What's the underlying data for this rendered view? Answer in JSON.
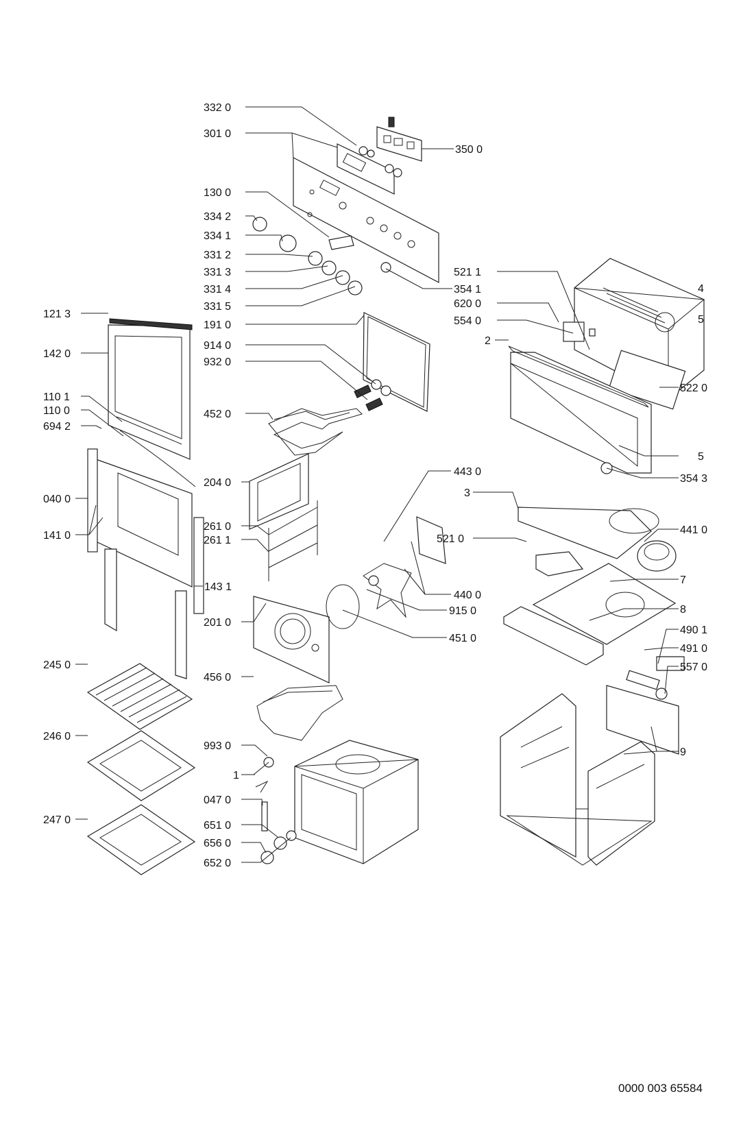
{
  "document_number": "0000 003 65584",
  "labels": {
    "l332_0": "332 0",
    "l301_0": "301 0",
    "l350_0": "350 0",
    "l130_0": "130 0",
    "l334_2": "334 2",
    "l334_1": "334 1",
    "l331_2": "331 2",
    "l331_3": "331 3",
    "l331_4": "331 4",
    "l331_5": "331 5",
    "l354_1": "354 1",
    "l521_1": "521 1",
    "l4": "4",
    "l620_0": "620 0",
    "l554_0": "554 0",
    "l5a": "5",
    "l2": "2",
    "l522_0": "522 0",
    "l5b": "5",
    "l354_3": "354 3",
    "l121_3": "121 3",
    "l191_0": "191 0",
    "l142_0": "142 0",
    "l914_0": "914 0",
    "l932_0": "932 0",
    "l110_1": "110 1",
    "l110_0": "110 0",
    "l694_2": "694 2",
    "l452_0": "452 0",
    "l443_0": "443 0",
    "l3": "3",
    "l040_0": "040 0",
    "l204_0": "204 0",
    "l141_0": "141 0",
    "l261_0": "261 0",
    "l261_1": "261 1",
    "l521_0": "521 0",
    "l441_0": "441 0",
    "l143_1": "143 1",
    "l440_0": "440 0",
    "l7": "7",
    "l915_0": "915 0",
    "l201_0": "201 0",
    "l8": "8",
    "l451_0": "451 0",
    "l490_1": "490 1",
    "l491_0": "491 0",
    "l245_0": "245 0",
    "l456_0": "456 0",
    "l557_0": "557 0",
    "l246_0": "246 0",
    "l993_0": "993 0",
    "l9": "9",
    "l1": "1",
    "l047_0": "047 0",
    "l247_0": "247 0",
    "l651_0": "651 0",
    "l656_0": "656 0",
    "l652_0": "652 0"
  }
}
